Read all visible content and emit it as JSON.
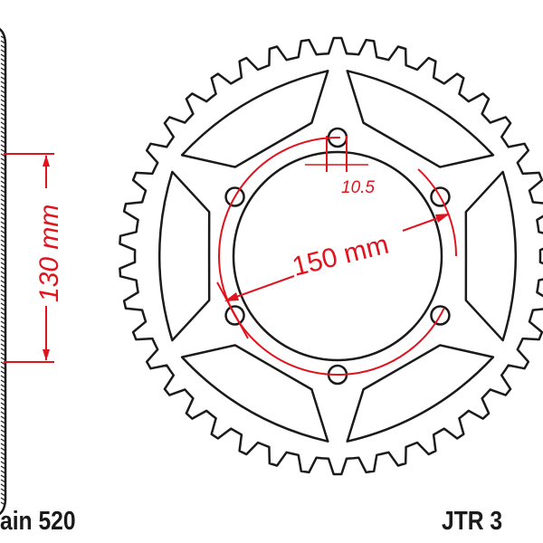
{
  "labels": {
    "chain": "ain 520",
    "part": "JTR 3",
    "hub_width": "130 mm",
    "pcd": "150 mm",
    "bolt_hole": "10.5"
  },
  "colors": {
    "line": "#1a1a1a",
    "dimension": "#e0141e"
  },
  "sprocket": {
    "bolt_holes": 6,
    "cutouts": 6
  }
}
